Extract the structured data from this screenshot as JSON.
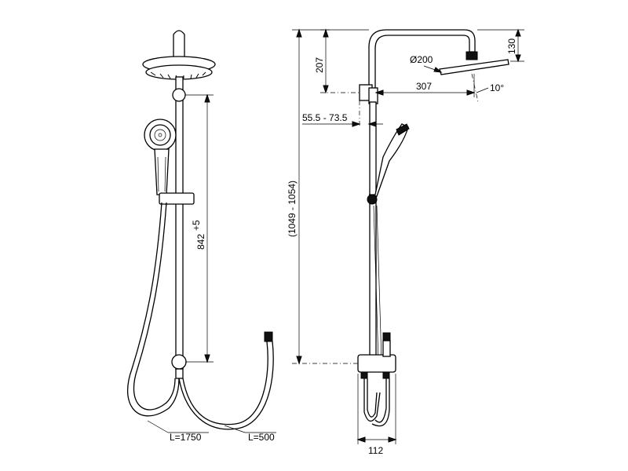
{
  "dimensions": {
    "rail_height": "842",
    "rail_tolerance": "+5",
    "overall_height": "(1049 - 1054)",
    "top_to_wall_bracket": "207",
    "head_drop": "130",
    "head_diameter": "Ø200",
    "arm_reach": "307",
    "head_tilt": "10°",
    "wall_offset": "55.5 - 73.5",
    "base_width": "112"
  },
  "hoses": {
    "long_hose": "L=1750",
    "short_hose": "L=500"
  }
}
